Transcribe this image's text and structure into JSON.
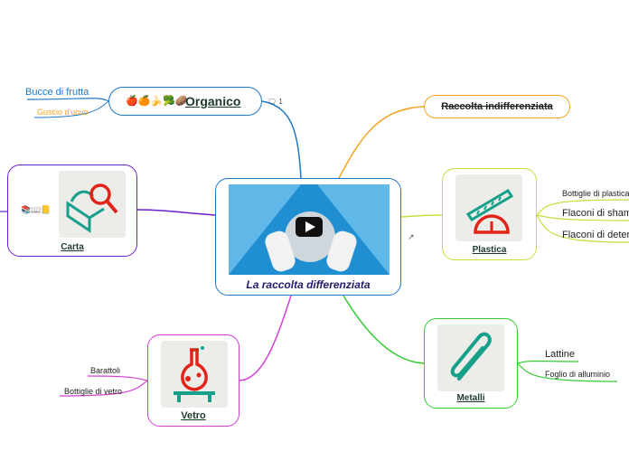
{
  "center": {
    "title": "La raccolta differenziata"
  },
  "organico": {
    "label": "Organico",
    "emoji": "🍎🍊🍌🥦🥔",
    "comment_count": "1",
    "leaves": [
      "Bucce di frutta",
      "Guscio d'uovo"
    ]
  },
  "indifferenziata": {
    "label": "Raccolta indifferenziata"
  },
  "carta": {
    "label": "Carta",
    "emoji": "📚📖📒"
  },
  "plastica": {
    "label": "Plastica",
    "leaves": [
      "Bottiglie di plastica",
      "Flaconi di shampoo",
      "Flaconi di detersivo"
    ]
  },
  "metalli": {
    "label": "Metalli",
    "leaves": [
      "Lattine",
      "Foglio di alluminio"
    ]
  },
  "vetro": {
    "label": "Vetro",
    "leaves": [
      "Barattoli",
      "Bottiglie di vetro"
    ]
  },
  "colors": {
    "blue": "#1e78c8",
    "orange": "#f4a21e",
    "yellow_green": "#c8dd3c",
    "green": "#33cc33",
    "magenta": "#d63fd6",
    "purple": "#6b1fd1",
    "teal": "#16a08a",
    "red": "#e2231a"
  }
}
